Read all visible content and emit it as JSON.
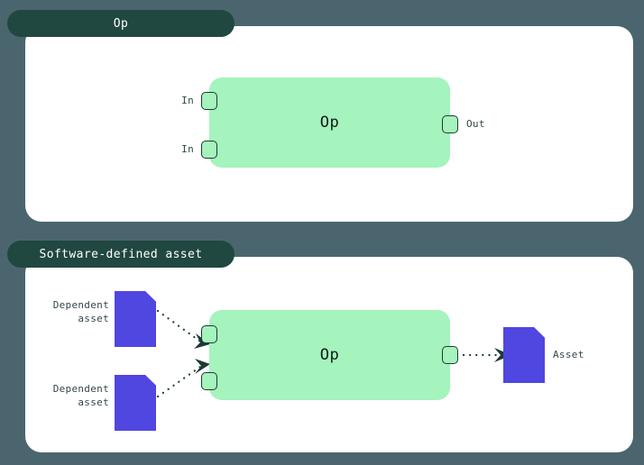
{
  "background_color": "#4b656f",
  "accent_colors": {
    "panel_tab": "#204840",
    "op_box": "#a5f3bd",
    "asset_icon": "#5046e0",
    "panel": "#ffffff",
    "text": "#32474a",
    "connector": "#1d3b33"
  },
  "panels": [
    {
      "tab_label": "Op",
      "op_box_label": "Op",
      "input_ports": [
        {
          "label": "In"
        },
        {
          "label": "In"
        }
      ],
      "output_ports": [
        {
          "label": "Out"
        }
      ]
    },
    {
      "tab_label": "Software-defined asset",
      "op_box_label": "Op",
      "input_ports": [
        {
          "label": ""
        },
        {
          "label": ""
        }
      ],
      "output_ports": [
        {
          "label": ""
        }
      ],
      "upstream_assets": [
        {
          "label_line1": "Dependent",
          "label_line2": "asset",
          "icon": "document-icon"
        },
        {
          "label_line1": "Dependent",
          "label_line2": "asset",
          "icon": "document-icon"
        }
      ],
      "downstream_assets": [
        {
          "label_line1": "Asset",
          "label_line2": "",
          "icon": "document-icon"
        }
      ]
    }
  ]
}
